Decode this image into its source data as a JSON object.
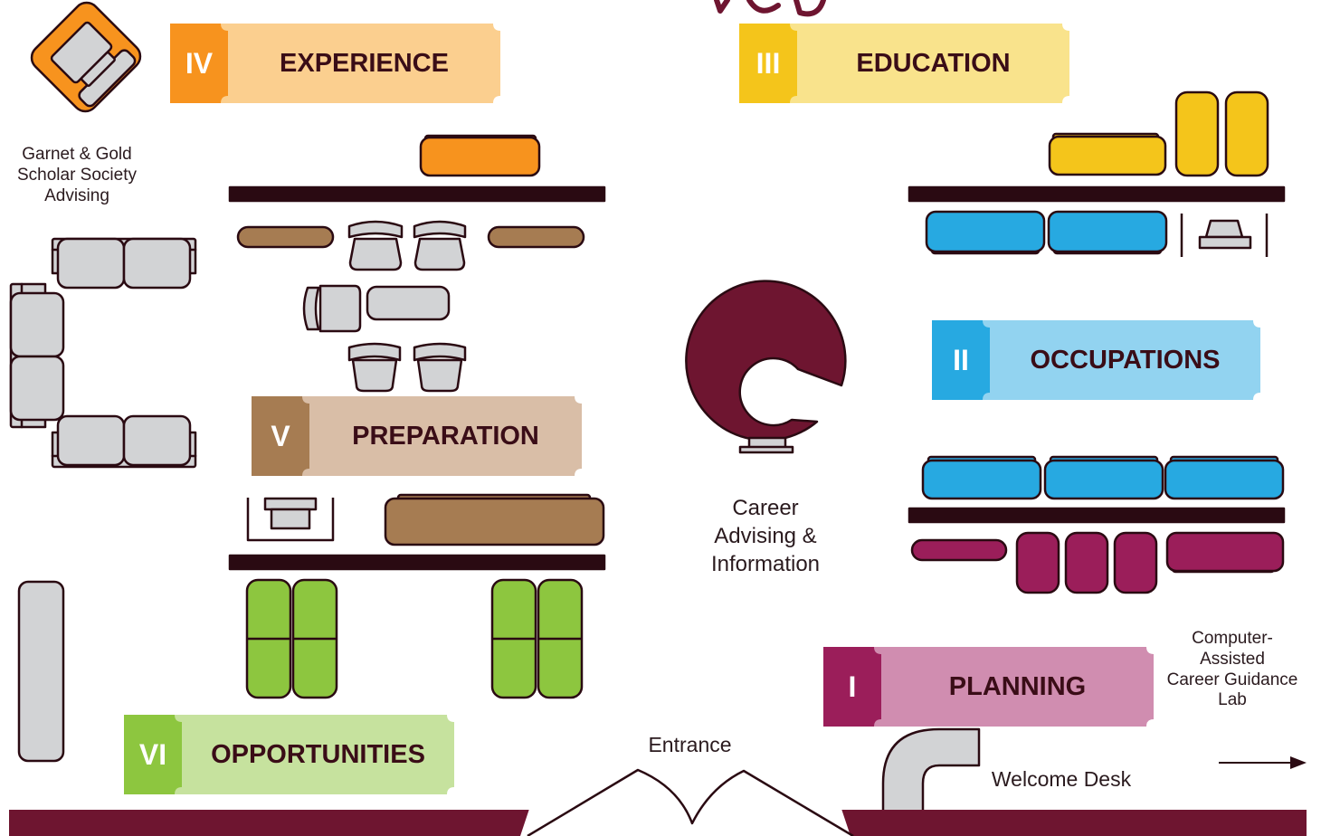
{
  "title": "...y ...p...",
  "colors": {
    "maroon": "#6e1530",
    "ink": "#2a0a12",
    "orange": "#f7931e",
    "yellow": "#f4c51b",
    "blue": "#27a9e1",
    "magenta": "#9b1e5a",
    "brown": "#a67c52",
    "green": "#8dc63f",
    "gray": "#d2d3d5"
  },
  "sections": [
    {
      "numeral": "I",
      "name": "PLANNING"
    },
    {
      "numeral": "II",
      "name": "OCCUPATIONS"
    },
    {
      "numeral": "III",
      "name": "EDUCATION"
    },
    {
      "numeral": "IV",
      "name": "EXPERIENCE"
    },
    {
      "numeral": "V",
      "name": "PREPARATION"
    },
    {
      "numeral": "VI",
      "name": "OPPORTUNITIES"
    }
  ],
  "labels": {
    "scholar_line1": "Garnet & Gold",
    "scholar_line2": "Scholar Society",
    "scholar_line3": "Advising",
    "career_line1": "Career",
    "career_line2": "Advising &",
    "career_line3": "Information",
    "lab_line1": "Computer-",
    "lab_line2": "Assisted",
    "lab_line3": "Career Guidance",
    "lab_line4": "Lab",
    "entrance": "Entrance",
    "welcome_desk": "Welcome Desk"
  }
}
